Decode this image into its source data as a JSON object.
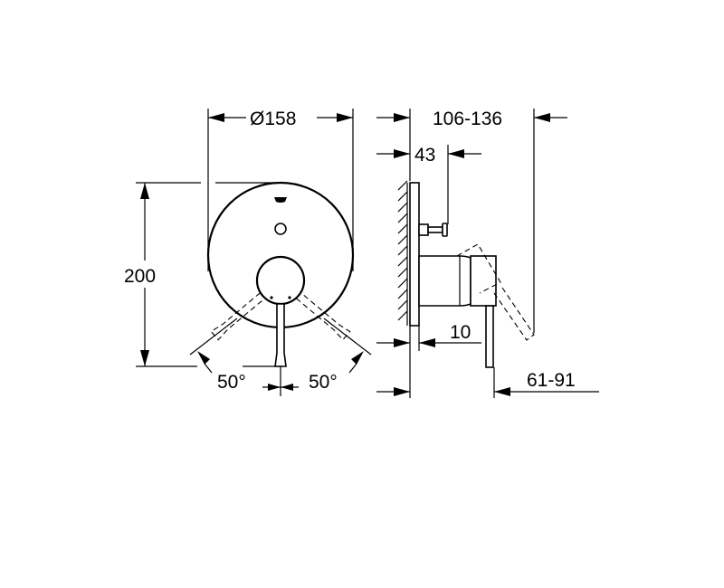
{
  "drawing": {
    "type": "technical dimension drawing",
    "subject": "concealed single-lever mixer trim (front and side view)",
    "line_color": "#000000",
    "background": "#ffffff"
  },
  "front_view": {
    "diameter_label": "Ø158",
    "height_label": "200",
    "angle_left_label": "50°",
    "angle_right_label": "50°"
  },
  "side_view": {
    "depth_range_label": "106-136",
    "knob_depth_label": "43",
    "plate_offset_label": "10",
    "wall_to_lever_label": "61-91"
  }
}
